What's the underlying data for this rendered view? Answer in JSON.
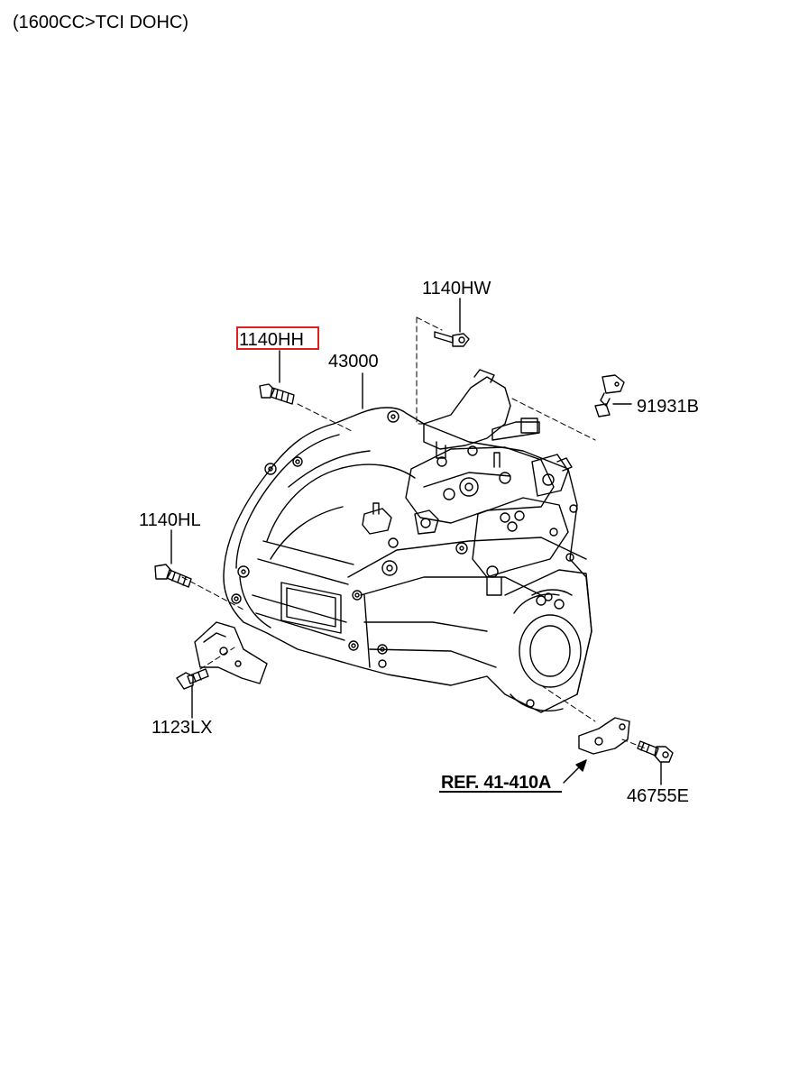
{
  "header": {
    "text": "(1600CC>TCI DOHC)"
  },
  "parts": {
    "p_1140HW": "1140HW",
    "p_1140HH": "1140HH",
    "p_43000": "43000",
    "p_91931B": "91931B",
    "p_1140HL": "1140HL",
    "p_1123LX": "1123LX",
    "p_46755E": "46755E"
  },
  "reference": {
    "text": "REF. 41-410A"
  },
  "highlight": {
    "color": "#e02020",
    "part": "1140HH"
  }
}
